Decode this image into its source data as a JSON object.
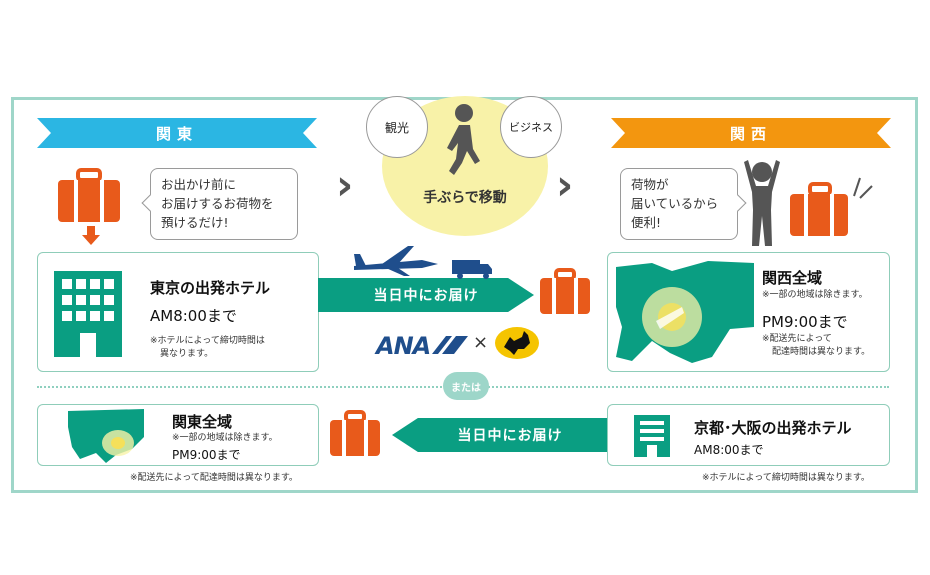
{
  "kanto": {
    "banner": "関東",
    "bubble": [
      "お出かけ前に",
      "お届けするお荷物を",
      "預けるだけ!"
    ],
    "hotel_title": "東京の出発ホテル",
    "hotel_time": "AM8:00まで",
    "hotel_note": [
      "※ホテルによって締切時間は",
      "異なります。"
    ],
    "area_title": "関東全域",
    "area_note": "※一部の地域は除きます。",
    "area_time": "PM9:00まで",
    "area_footnote": "※配送先によって配達時間は異なります。"
  },
  "center": {
    "left_circle": "観光",
    "right_circle": "ビジネス",
    "main_circle": "手ぶらで移動",
    "band_right": "当日中にお届け",
    "band_left": "当日中にお届け",
    "logo_ana": "ANA",
    "times": "×",
    "or_label": "または"
  },
  "kansai": {
    "banner": "関西",
    "bubble": [
      "荷物が",
      "届いているから",
      "便利!"
    ],
    "area_title": "関西全域",
    "area_note": "※一部の地域は除きます。",
    "area_time": "PM9:00まで",
    "area_time_note": [
      "※配送先によって",
      "配達時間は異なります。"
    ],
    "hotel_title": "京都･大阪の出発ホテル",
    "hotel_time": "AM8:00まで",
    "hotel_footnote": "※ホテルによって締切時間は異なります。"
  },
  "colors": {
    "kanto_blue": "#2bb6e3",
    "kansai_orange": "#f3960f",
    "green": "#0a9e82",
    "suitcase": "#e85a1b",
    "map_green": "#0a9e82",
    "frame": "#9fd6c9"
  }
}
